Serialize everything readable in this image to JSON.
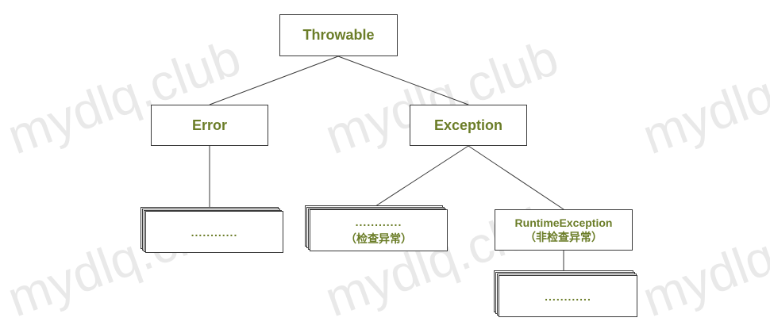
{
  "diagram": {
    "nodes": {
      "throwable": "Throwable",
      "error": "Error",
      "exception": "Exception",
      "error_child": "............",
      "checked_dots": "............",
      "checked_label": "（检查异常）",
      "runtime_label": "RuntimeException",
      "runtime_sub": "（非检查异常）",
      "runtime_child": "............"
    },
    "watermark": "mydlq.club",
    "colors": {
      "label": "#6b7d28",
      "border": "#3a3a3a",
      "watermark": "#e6e6e6"
    }
  }
}
